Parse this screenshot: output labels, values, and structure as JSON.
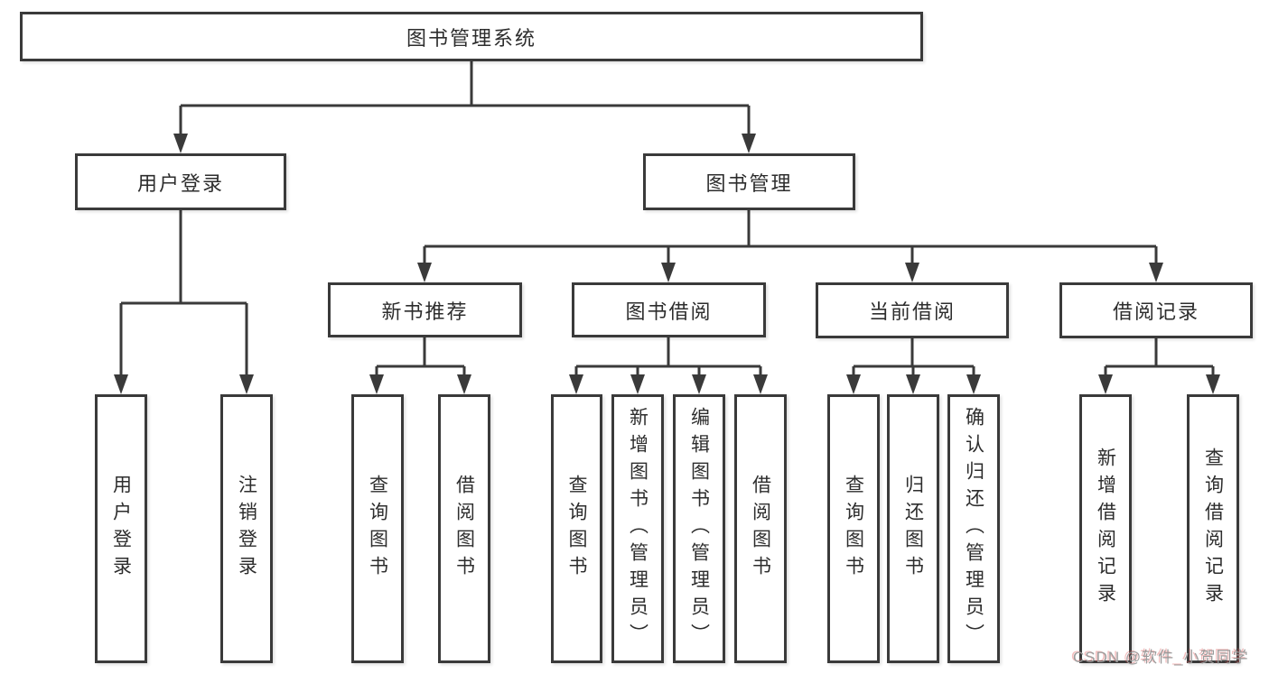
{
  "watermark": "CSDN @软件_小贺同学",
  "colors": {
    "line": "#3a3a3a",
    "text": "#2d2d2d",
    "background": "#ffffff",
    "watermark": "#9b9b9b"
  },
  "tree": {
    "root": {
      "label": "图书管理系统"
    },
    "level2": [
      {
        "label": "用户登录"
      },
      {
        "label": "图书管理"
      }
    ],
    "level3": [
      {
        "label": "新书推荐",
        "parent": "图书管理"
      },
      {
        "label": "图书借阅",
        "parent": "图书管理"
      },
      {
        "label": "当前借阅",
        "parent": "图书管理"
      },
      {
        "label": "借阅记录",
        "parent": "图书管理"
      }
    ],
    "leaves": [
      {
        "label": "用户登录",
        "parent": "用户登录"
      },
      {
        "label": "注销登录",
        "parent": "用户登录"
      },
      {
        "label": "查询图书",
        "parent": "新书推荐"
      },
      {
        "label": "借阅图书",
        "parent": "新书推荐"
      },
      {
        "label": "查询图书",
        "parent": "图书借阅"
      },
      {
        "label": "新增图书（管理员）",
        "parent": "图书借阅"
      },
      {
        "label": "编辑图书（管理员）",
        "parent": "图书借阅"
      },
      {
        "label": "借阅图书",
        "parent": "图书借阅"
      },
      {
        "label": "查询图书",
        "parent": "当前借阅"
      },
      {
        "label": "归还图书",
        "parent": "当前借阅"
      },
      {
        "label": "确认归还（管理员）",
        "parent": "当前借阅"
      },
      {
        "label": "新增借阅记录",
        "parent": "借阅记录"
      },
      {
        "label": "查询借阅记录",
        "parent": "借阅记录"
      }
    ]
  }
}
